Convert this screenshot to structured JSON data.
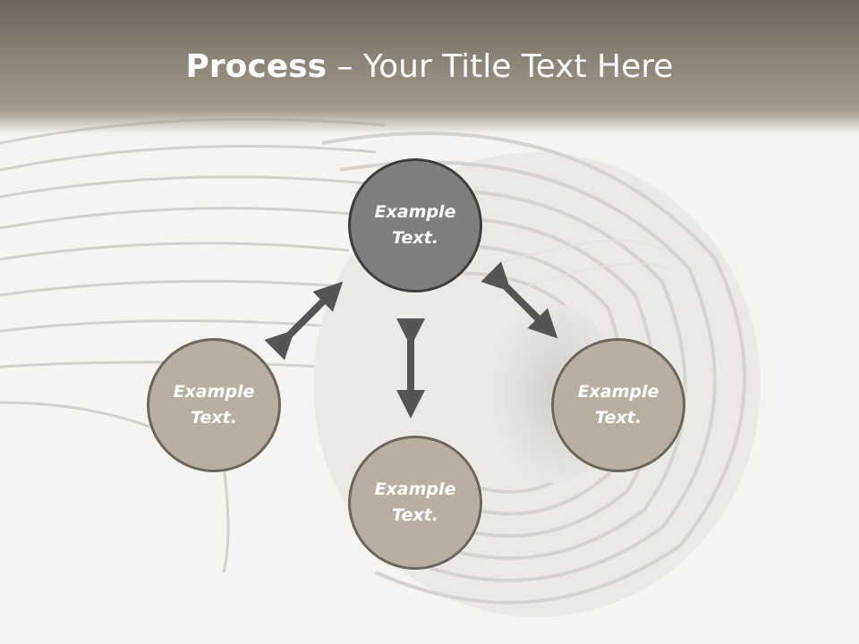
{
  "title": {
    "bold": "Process",
    "rest": " – Your Title Text Here"
  },
  "nodes": {
    "top": {
      "line1": "Example",
      "line2": "Text."
    },
    "left": {
      "line1": "Example",
      "line2": "Text."
    },
    "right": {
      "line1": "Example",
      "line2": "Text."
    },
    "bottom": {
      "line1": "Example",
      "line2": "Text."
    }
  },
  "colors": {
    "title_bar": "#8c8476",
    "node_dark": "#7f7f7f",
    "node_light": "#b8afa1",
    "arrow": "#555555"
  }
}
